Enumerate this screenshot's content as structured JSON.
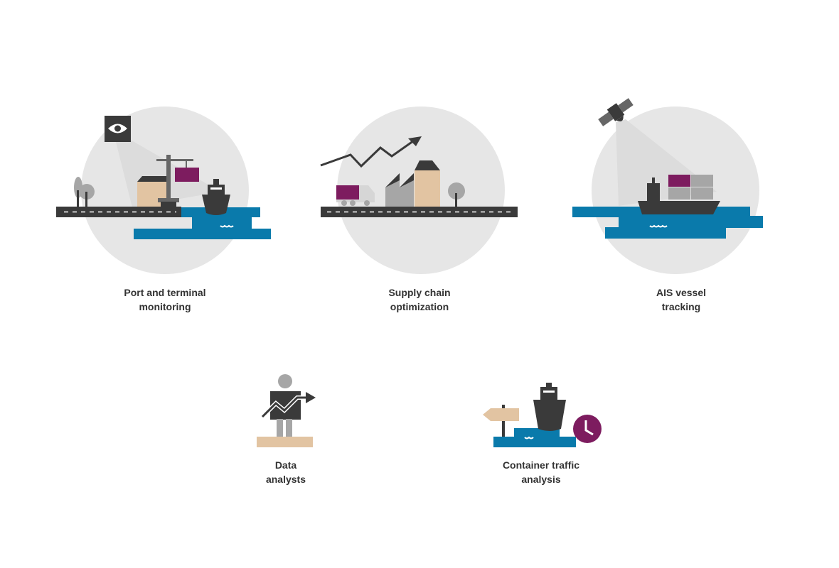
{
  "colors": {
    "circle": "#e6e6e6",
    "dark": "#3a3a3a",
    "water": "#0a7aab",
    "purple": "#7d1c5f",
    "tan": "#e2c4a2",
    "grey": "#a6a6a6",
    "beam": "#dddddd"
  },
  "icons": [
    {
      "id": "port",
      "icon": "port-terminal-icon",
      "label_lines": [
        "Port and terminal",
        "monitoring"
      ]
    },
    {
      "id": "supply",
      "icon": "supply-chain-icon",
      "label_lines": [
        "Supply chain",
        "optimization"
      ]
    },
    {
      "id": "ais",
      "icon": "ais-tracking-icon",
      "label_lines": [
        "AIS vessel",
        "tracking"
      ]
    },
    {
      "id": "analysts",
      "icon": "data-analyst-icon",
      "label_lines": [
        "Data",
        "analysts"
      ]
    },
    {
      "id": "traffic",
      "icon": "container-traffic-icon",
      "label_lines": [
        "Container traffic",
        "analysis"
      ]
    }
  ]
}
